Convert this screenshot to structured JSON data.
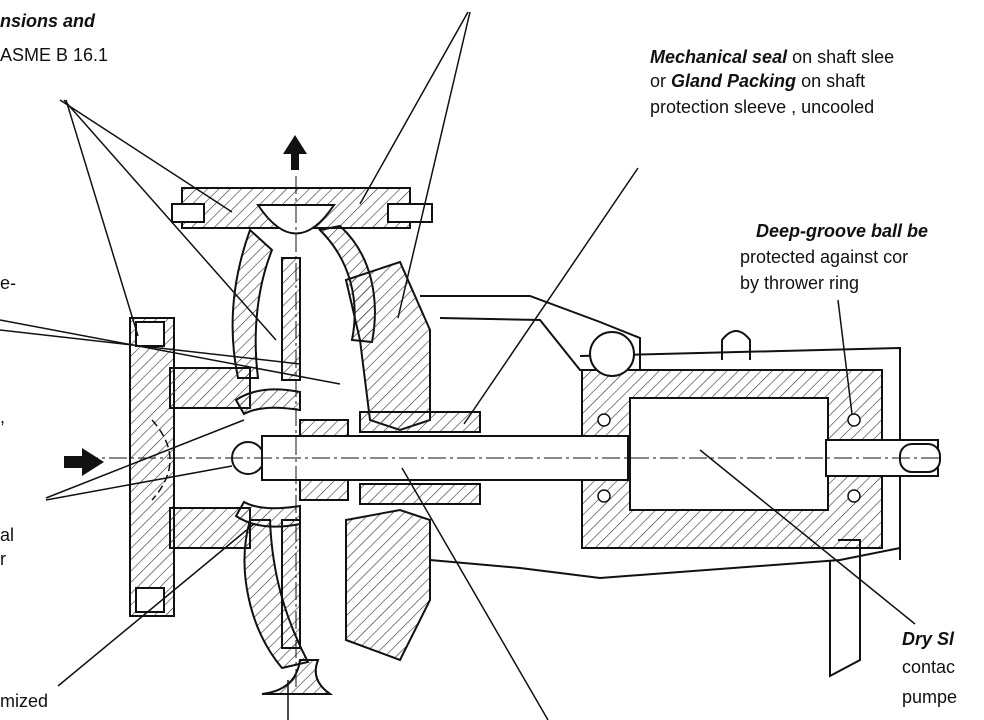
{
  "labels": {
    "top_left_bold": "nsions and",
    "top_left_2": "ASME B 16.1",
    "seal_bold": "Mechanical seal",
    "seal_1": " on shaft slee",
    "seal_or": "or ",
    "seal_bold2": "Gland Packing",
    "seal_2": " on shaft",
    "seal_3": "protection sleeve , uncooled",
    "bearing_bold": "Deep-groove ball be",
    "bearing_2": "protected against cor",
    "bearing_3": "by thrower ring",
    "left_e": "e-",
    "left_comma": ",",
    "left_al": "al",
    "left_r": "r",
    "left_mized": "mized",
    "dry_bold": "Dry Sl",
    "dry_2": "contac",
    "dry_3": "pumpe"
  },
  "colors": {
    "line": "#111111",
    "hatch": "#333333"
  }
}
